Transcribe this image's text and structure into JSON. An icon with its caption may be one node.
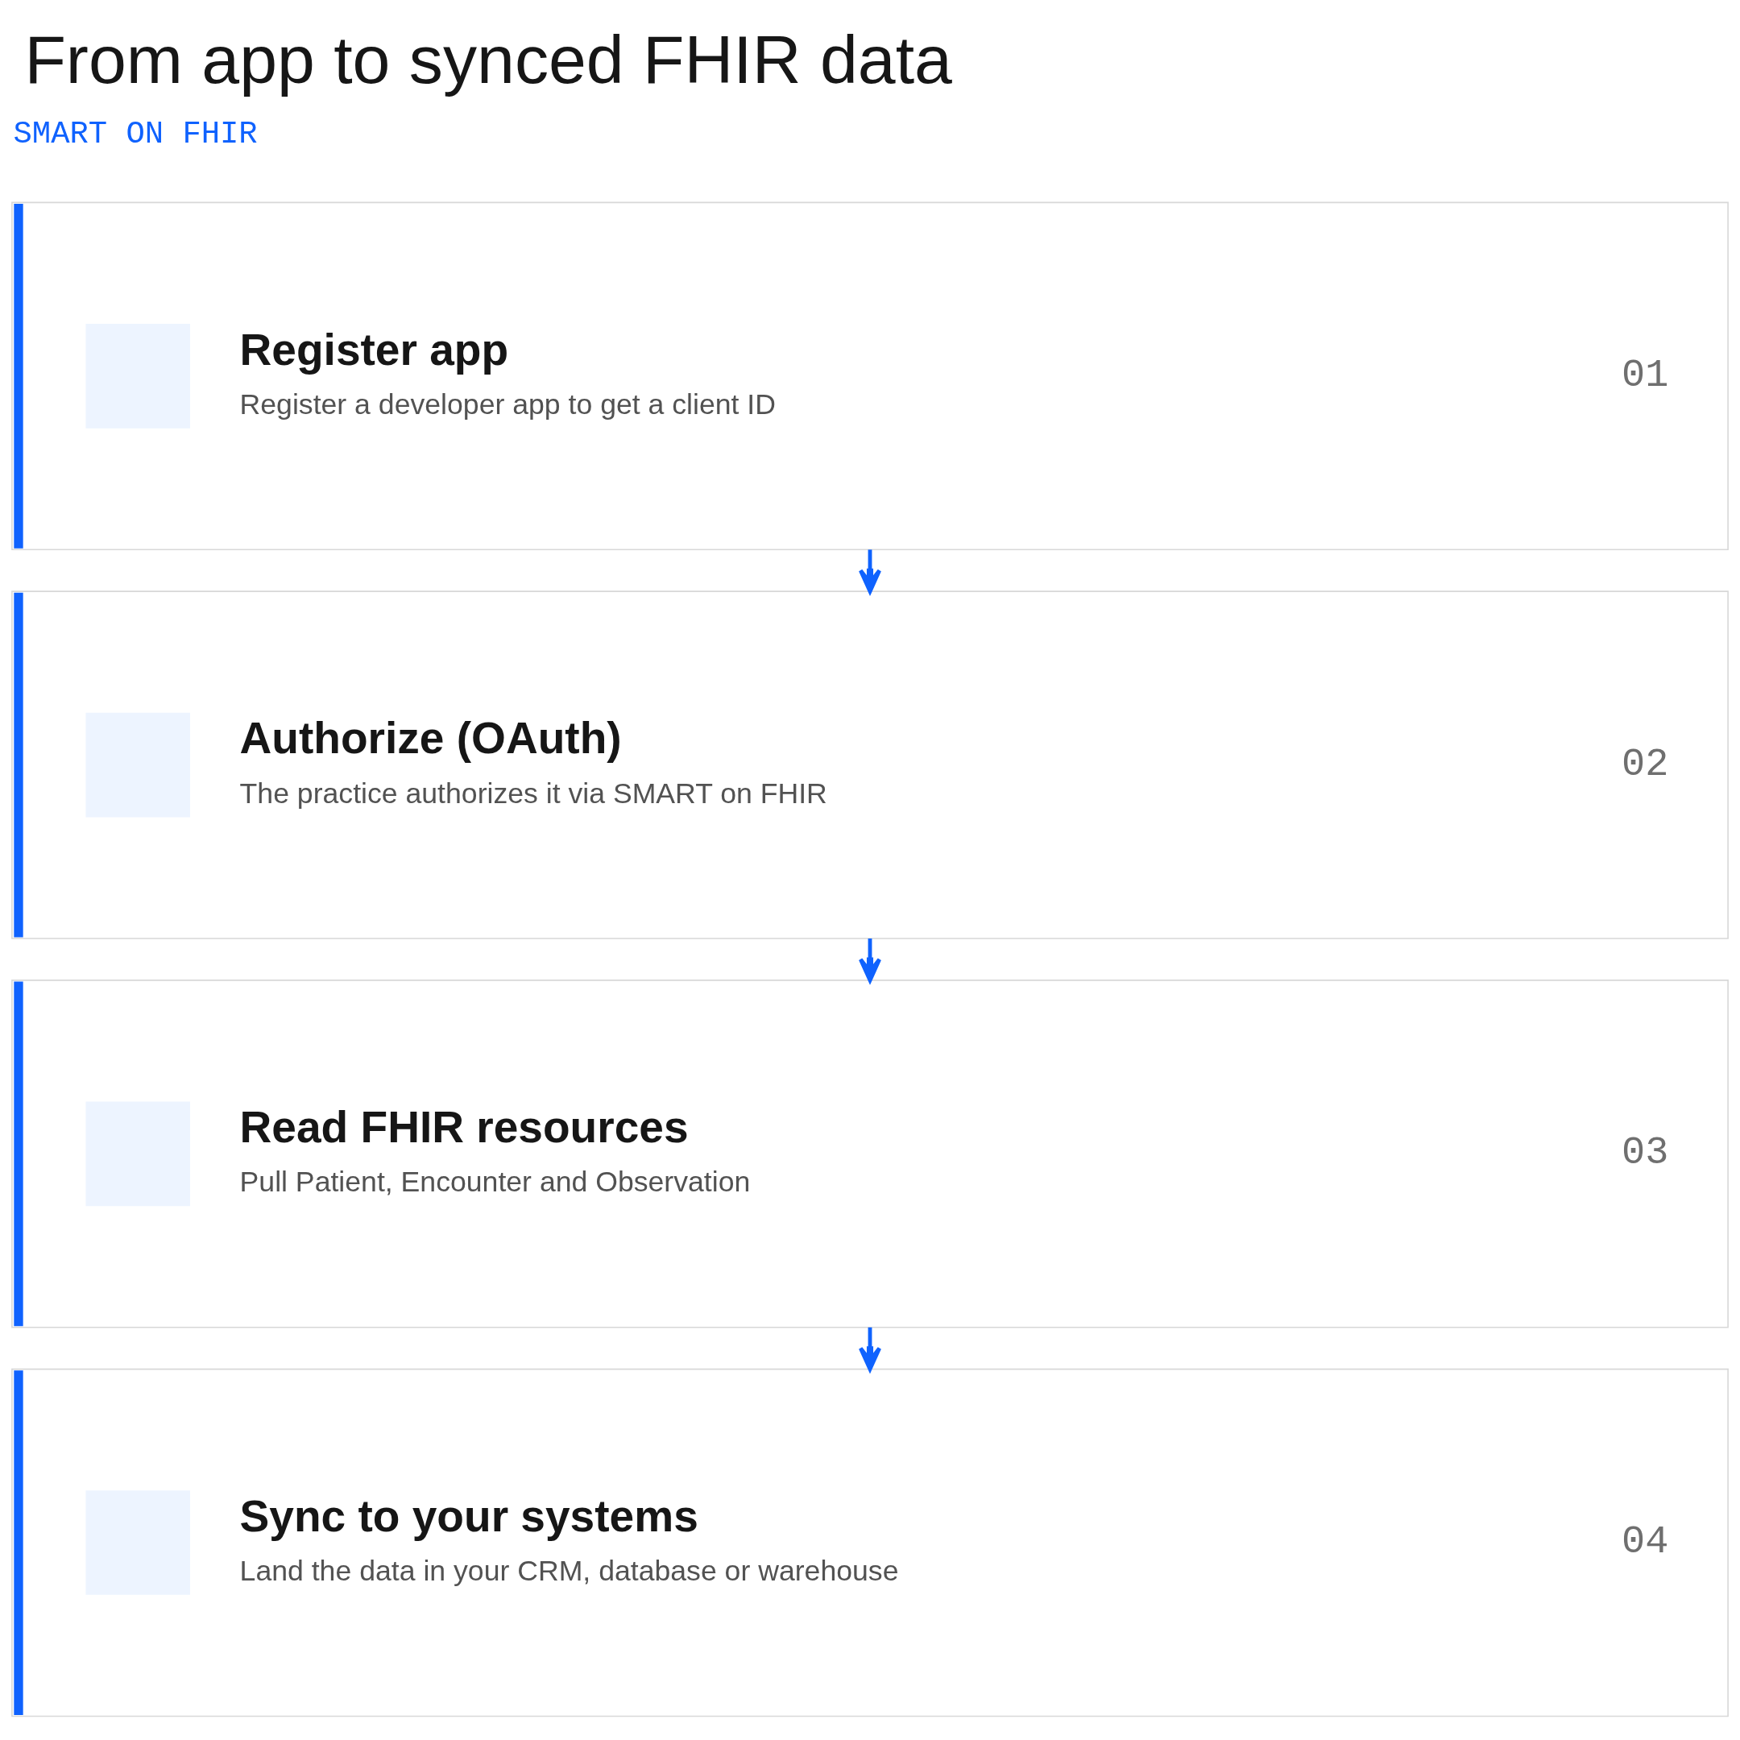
{
  "diagram": {
    "title": "From app to synced FHIR data",
    "nodes": [
      {
        "text": [
          "Register app",
          "Register a developer app to get a client ID",
          "01"
        ]
      },
      {
        "text": [
          "Authorize (OAuth)",
          "The practice authorizes it via SMART on FHIR",
          "02"
        ]
      },
      {
        "text": [
          "Read FHIR resources",
          "Pull Patient, Encounter and Observation",
          "03"
        ]
      },
      {
        "text": [
          "Sync to your systems",
          "Land the data in your CRM, database or warehouse",
          "04"
        ]
      }
    ],
    "edges": [
      {
        "from": 0,
        "to": 1,
        "arrow": "to"
      },
      {
        "from": 1,
        "to": 2,
        "arrow": "to"
      },
      {
        "from": 2,
        "to": 3,
        "arrow": "to"
      }
    ],
    "labels": [
      "SMART ON FHIR"
    ]
  }
}
